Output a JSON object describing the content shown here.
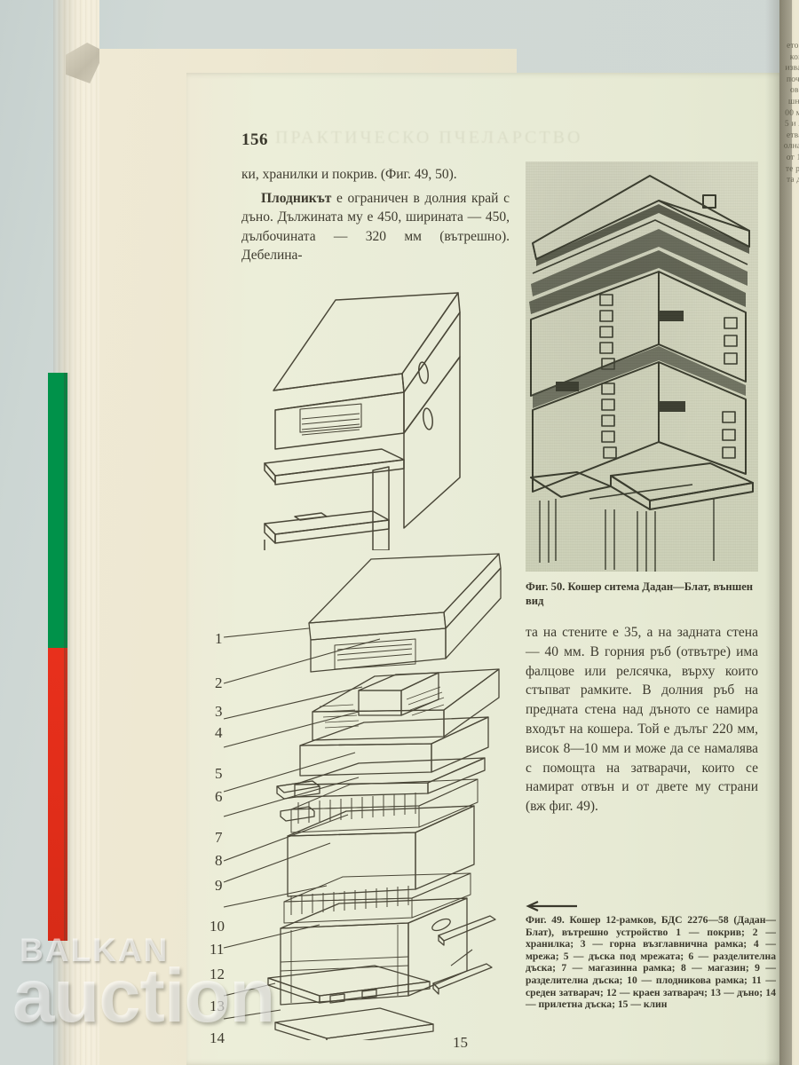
{
  "page": {
    "folio": "156",
    "bleed_through": "ПРАКТИЧЕСКО ПЧЕЛАРСТВО"
  },
  "left_column": {
    "para1": "ки, хранилки и покрив. (Фиг. 49, 50).",
    "para2_bold": "Плодникът",
    "para2": " е ограничен в долния край с дъно. Дължината му е 450, ширината — 450, дълбочината — 320 мм (вътрешно). Дебелина-"
  },
  "right_column": {
    "text": "та на стените е  35, а на задната стена — 40 мм. В горния ръб (отвътре) има фалцове или релсячка, върху които стъпват рамките. В долния ръб на предната стена над дъното се намира входът на кошера. Той е дълъг 220 мм, висок 8—10 мм и може да се намалява с помощта на затварачи, които се намират отвън и от двете му страни (вж фиг. 49)."
  },
  "figure50": {
    "caption": "Фиг. 50. Кошер ситема Дадан—Блат, външен вид"
  },
  "figure49": {
    "caption_lead": "Фиг. 49. Кошер 12-рамков, БДС 2276—58 (Дадан—Блат), вътрешно устройство",
    "caption_legend": "1 — покрив; 2 — хранилка; 3 — горна възглавнична рамка; 4 — мрежа; 5 — дъска под мрежата; 6 — разделителна дъска; 7 — магазинна рамка; 8 — магазин; 9 — разделителна дъска; 10 — плодникова рамка; 11 — среден затварач; 12 — краен затварач; 13 — дъно; 14 — прилетна дъска; 15 — клин",
    "labels": [
      "1",
      "2",
      "3",
      "4",
      "5",
      "6",
      "7",
      "8",
      "9",
      "10",
      "11",
      "12",
      "13",
      "14",
      "15"
    ]
  },
  "far_page": {
    "text": "ето до една страна на кошера и може да се извади през зимата за почистване. Плодниковата рамка има външни размери 435 и 300 мм, а вътрешни 415 и 280 мм. Горната летва е широка 25, а долната и страничните от 15 мм. Магазинните рамки са със същата дължина, но са високи 145 мм."
  },
  "watermark": {
    "line1": "BALKAN",
    "line2": "auction"
  },
  "colors": {
    "flag_green": "#00924a",
    "flag_red": "#e02d19",
    "paper": "#eceed9",
    "ink": "#3e3b2f",
    "desk": "#ccd5d3"
  }
}
